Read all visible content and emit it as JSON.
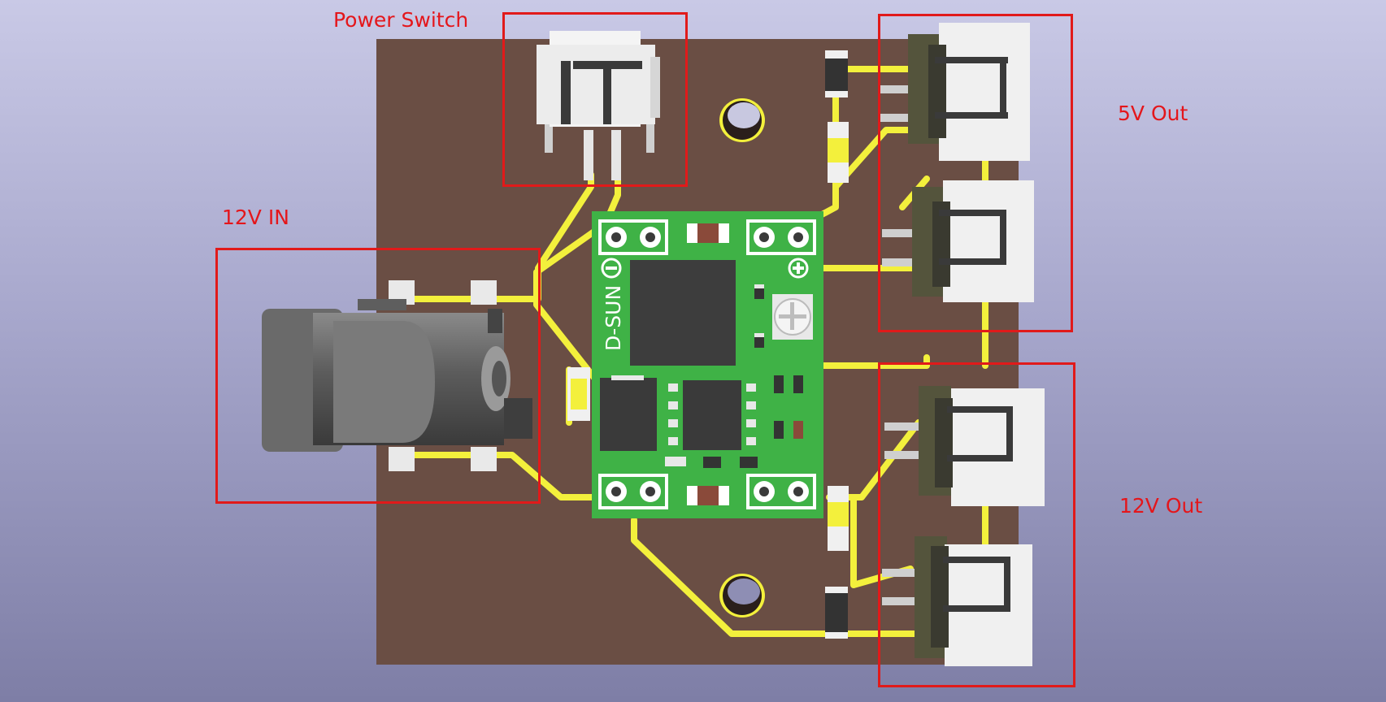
{
  "annotations": {
    "power_switch": "Power Switch",
    "input_12v": "12V IN",
    "output_5v": "5V Out",
    "output_12v": "12V Out"
  },
  "module": {
    "silkscreen_brand": "D-SUN"
  },
  "colors": {
    "annotation_red": "#e11a1a",
    "board_brown": "#6a4e44",
    "trace_yellow": "#f3f03c",
    "module_green": "#3fb246",
    "connector_white": "#f1f1f1",
    "barrel_jack": "#555555"
  },
  "icons": {
    "minus": "minus-circle-icon",
    "plus": "plus-circle-icon"
  }
}
